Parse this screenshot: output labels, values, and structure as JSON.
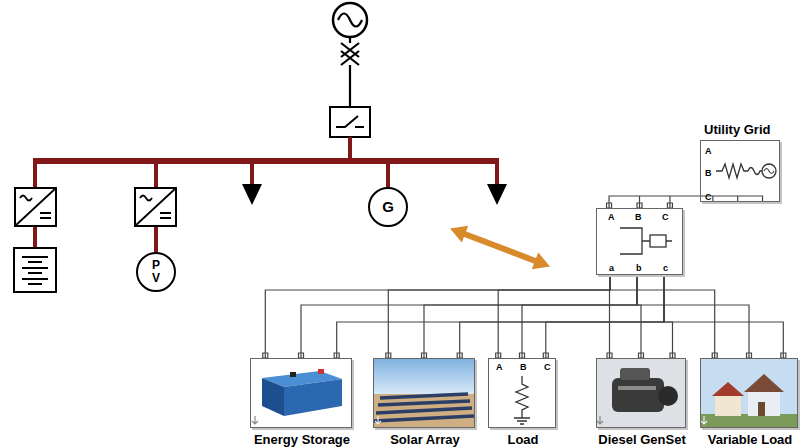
{
  "diagram": {
    "nodes": [
      {
        "text": [
          "Utility Grid",
          "A",
          "B",
          "C"
        ]
      },
      {
        "text": [
          "G"
        ]
      },
      {
        "text": [
          "A",
          "B",
          "C",
          "a",
          "b",
          "c"
        ]
      },
      {
        "text": [
          "P V"
        ]
      },
      {
        "text": [
          "Energy Storage"
        ]
      },
      {
        "text": [
          "Solar Array"
        ]
      },
      {
        "text": [
          "Load",
          "A",
          "B",
          "C"
        ]
      },
      {
        "text": [
          "Diesel GenSet"
        ]
      },
      {
        "text": [
          "Variable Load"
        ]
      }
    ],
    "edges": [
      {
        "from": 0,
        "to": 2,
        "arrow": "none"
      },
      {
        "from": 2,
        "to": 4,
        "arrow": "none"
      },
      {
        "from": 2,
        "to": 5,
        "arrow": "none"
      },
      {
        "from": 2,
        "to": 6,
        "arrow": "none"
      },
      {
        "from": 2,
        "to": 7,
        "arrow": "none"
      },
      {
        "from": 2,
        "to": 8,
        "arrow": "none"
      }
    ]
  }
}
